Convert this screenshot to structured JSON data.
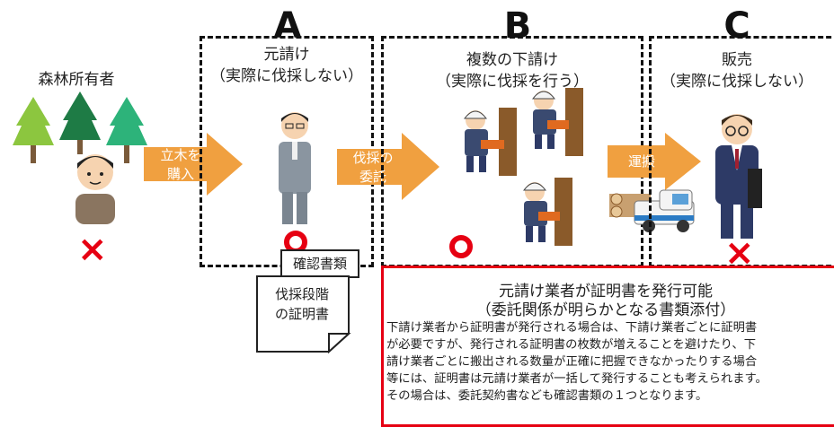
{
  "owner": {
    "label": "森林所有者",
    "mark": "×"
  },
  "stage_a": {
    "letter": "A",
    "title": "元請け",
    "subtitle": "（実際に伐採しない）",
    "mark": "○"
  },
  "stage_b": {
    "letter": "B",
    "title": "複数の下請け",
    "subtitle": "（実際に伐採を行う）",
    "mark": "○"
  },
  "stage_c": {
    "letter": "C",
    "title": "販売",
    "subtitle": "（実際に伐採しない）",
    "mark": "×"
  },
  "arrows": {
    "purchase": [
      "立木を",
      "購入"
    ],
    "commission": [
      "伐採の",
      "委託"
    ],
    "transport": "運搬"
  },
  "documents": {
    "confirm": "確認書類",
    "certificate": [
      "伐採段階",
      "の証明書"
    ]
  },
  "note": {
    "heading": "元請け業者が証明書を発行可能",
    "subheading": "（委託関係が明らかとなる書類添付）",
    "lines": [
      "下請け業者から証明書が発行される場合は、下請け業者ごとに証明書",
      "が必要ですが、発行される証明書の枚数が増えることを避けたり、下",
      "請け業者ごとに搬出される数量が正確に把握できなかったりする場合",
      "等には、証明書は元請け業者が一括して発行することも考えられます。",
      "その場合は、委託契約書なども確認書類の１つとなります。"
    ]
  },
  "colors": {
    "arrow": "#f0a040",
    "mark": "#e60012",
    "tree_light": "#8cc63f",
    "tree_dark": "#1e7b45",
    "tree_mid": "#2db37a",
    "suit": "#2d3a66"
  }
}
